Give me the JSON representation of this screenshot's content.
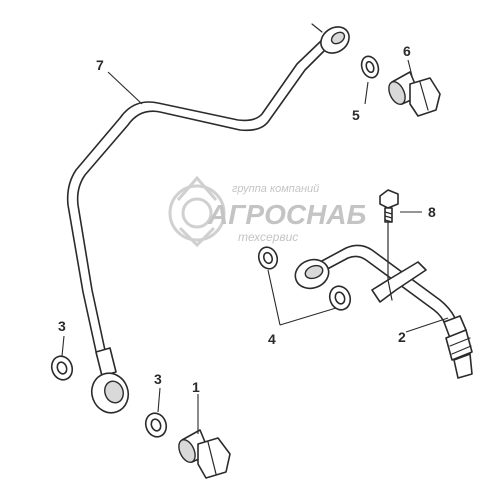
{
  "callouts": {
    "c1": "1",
    "c2": "2",
    "c3a": "3",
    "c3b": "3",
    "c4": "4",
    "c5": "5",
    "c6": "6",
    "c7": "7",
    "c8": "8"
  },
  "watermark": {
    "line1": "группа компаний",
    "line2": "АГРОСНАБ",
    "line3": "техсервис"
  },
  "colors": {
    "ink": "#2b2b2b",
    "watermark": "#c4c4c4"
  }
}
